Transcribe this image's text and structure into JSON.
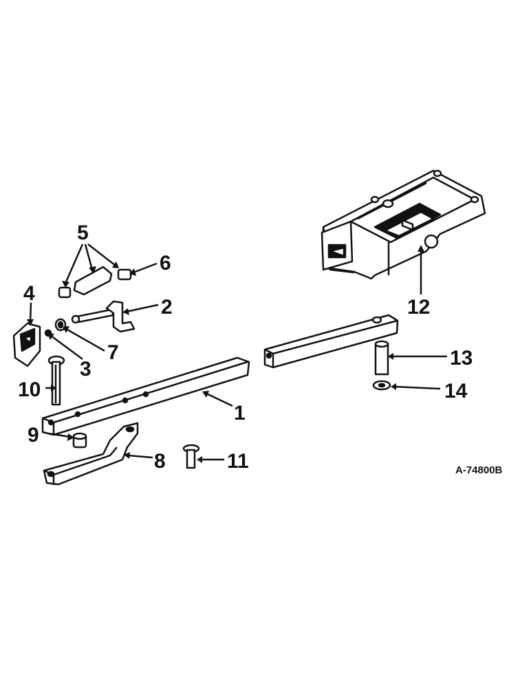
{
  "callouts": {
    "c1": "1",
    "c2": "2",
    "c3": "3",
    "c4": "4",
    "c5": "5",
    "c6": "6",
    "c7": "7",
    "c8": "8",
    "c9": "9",
    "c10": "10",
    "c11": "11",
    "c12": "12",
    "c13": "13",
    "c14": "14"
  },
  "drawing_number": "A-74800B"
}
